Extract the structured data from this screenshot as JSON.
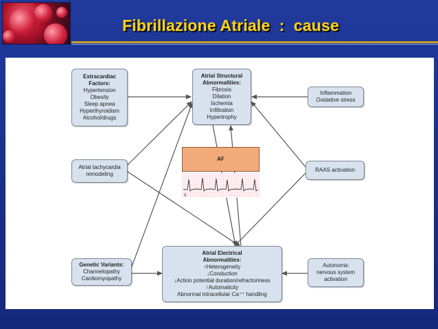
{
  "slide": {
    "title": "Fibrillazione Atriale  :  cause"
  },
  "colors": {
    "background": "#1b2f8c",
    "title": "#ffd21c",
    "box_fill": "#d8e2ee",
    "af_fill": "#f2aa7a",
    "ecg_grid": "#f3b8c6",
    "arrow": "#555555"
  },
  "diagram": {
    "extracardiac": {
      "heading": [
        "Extracardiac",
        "Factors:"
      ],
      "items": [
        "Hypertension",
        "Obesity",
        "Sleep apnea",
        "Hyperthyroidism",
        "Alcohol/drugs"
      ]
    },
    "structural": {
      "heading": [
        "Atrial Structural",
        "Abnormalities:"
      ],
      "items": [
        "Fibrosis",
        "Dilation",
        "Ischemia",
        "Infiltration",
        "Hypertrophy"
      ]
    },
    "inflammation": {
      "items": [
        "Inflammation",
        "Oxidative stress"
      ]
    },
    "tachycardia": {
      "items": [
        "Atrial tachycardia",
        "remodeling"
      ]
    },
    "raas": {
      "items": [
        "RAAS activation"
      ]
    },
    "af": {
      "label": "AF",
      "ecg_lead": "II"
    },
    "genetic": {
      "heading": [
        "Genetic Variants:"
      ],
      "items": [
        "Channelopathy",
        "Cardiomyopathy"
      ]
    },
    "electrical": {
      "heading": [
        "Atrial Electrical",
        "Abnormalities:"
      ],
      "items": [
        "↑Heterogeneity",
        "↓Conduction",
        "↓Action potential duration/refractoriness",
        "↑Automaticity",
        "Abnormal intracellular Ca⁺⁺ handling"
      ]
    },
    "autonomic": {
      "items": [
        "Autonomic",
        "nervous system",
        "activation"
      ]
    }
  }
}
